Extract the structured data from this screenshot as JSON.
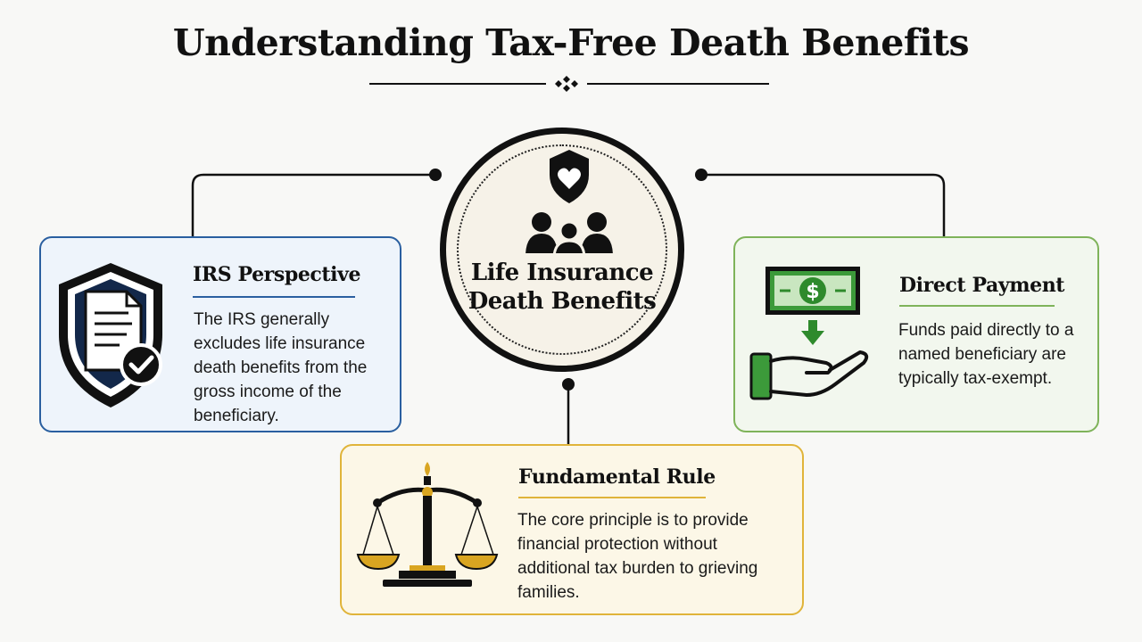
{
  "title": "Understanding Tax-Free Death Benefits",
  "center": {
    "label_line1": "Life Insurance",
    "label_line2": "Death Benefits",
    "icon": "shield-heart-family-icon"
  },
  "cards": {
    "irs": {
      "title": "IRS Perspective",
      "body": "The IRS generally excludes life insurance death benefits from the gross income of the beneficiary.",
      "icon": "shield-document-check-icon",
      "accent": "#2a5fa0"
    },
    "payment": {
      "title": "Direct Payment",
      "body": "Funds paid directly to a named beneficiary are typically tax-exempt.",
      "icon": "money-hand-icon",
      "accent": "#7fb35a"
    },
    "rule": {
      "title": "Fundamental Rule",
      "body": "The core principle is to provide financial protection without additional tax burden to grieving families.",
      "icon": "scales-of-justice-icon",
      "accent": "#e0b43a"
    }
  }
}
